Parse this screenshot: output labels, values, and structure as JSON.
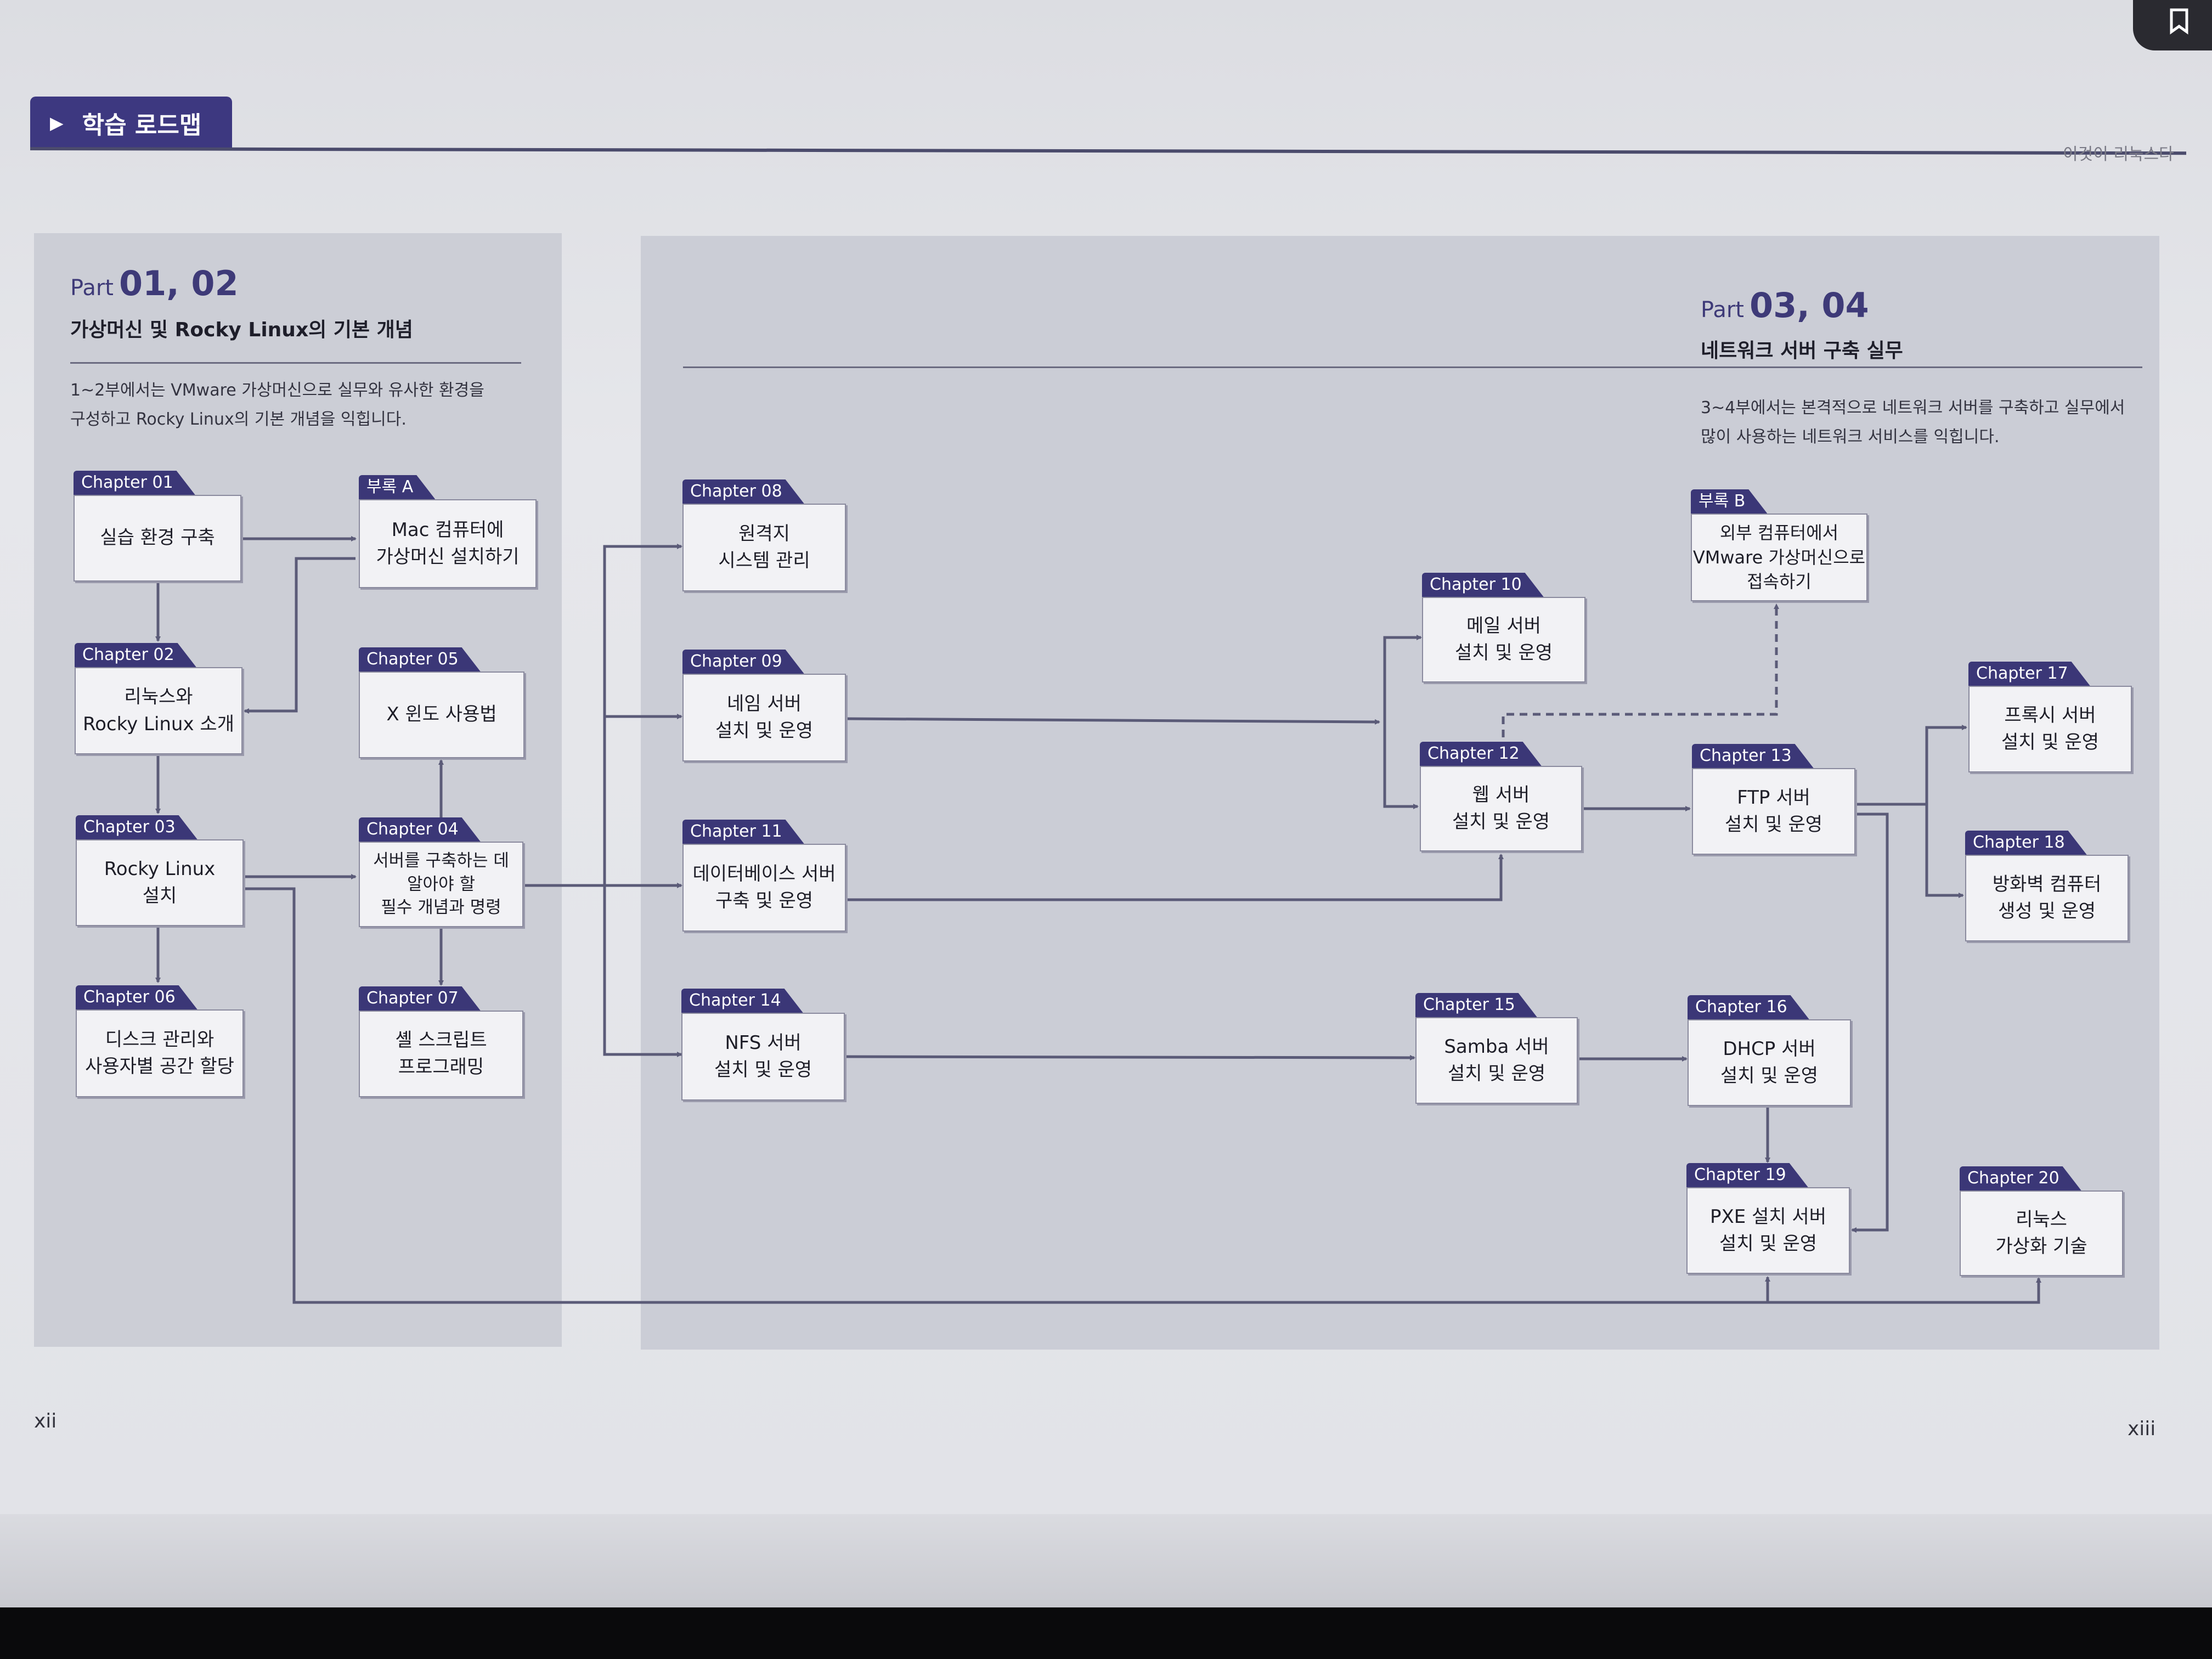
{
  "header": {
    "tab_label": "학습 로드맵",
    "running_head": "이것이 리눅스다"
  },
  "left": {
    "part_word": "Part",
    "part_numbers": "01, 02",
    "subtitle": "가상머신 및 Rocky Linux의 기본 개념",
    "desc_line1": "1~2부에서는 VMware 가상머신으로 실무와 유사한 환경을",
    "desc_line2": "구성하고 Rocky Linux의 기본 개념을 익힙니다."
  },
  "right": {
    "part_word": "Part",
    "part_numbers": "03, 04",
    "subtitle": "네트워크 서버 구축 실무",
    "desc_line1": "3~4부에서는 본격적으로 네트워크 서버를 구축하고 실무에서",
    "desc_line2": "많이 사용하는 네트워크 서비스를 익힙니다."
  },
  "nodes": {
    "ch01": {
      "tab": "Chapter 01",
      "text": "실습 환경 구축"
    },
    "appA": {
      "tab": "부록 A",
      "text": "Mac 컴퓨터에\n가상머신 설치하기"
    },
    "ch02": {
      "tab": "Chapter 02",
      "text": "리눅스와\nRocky Linux 소개"
    },
    "ch05": {
      "tab": "Chapter 05",
      "text": "X 윈도 사용법"
    },
    "ch03": {
      "tab": "Chapter 03",
      "text": "Rocky Linux\n설치"
    },
    "ch04": {
      "tab": "Chapter 04",
      "text": "서버를 구축하는 데\n알아야 할\n필수 개념과 명령"
    },
    "ch06": {
      "tab": "Chapter 06",
      "text": "디스크 관리와\n사용자별 공간 할당"
    },
    "ch07": {
      "tab": "Chapter 07",
      "text": "셸 스크립트\n프로그래밍"
    },
    "ch08": {
      "tab": "Chapter 08",
      "text": "원격지\n시스템 관리"
    },
    "ch09": {
      "tab": "Chapter 09",
      "text": "네임 서버\n설치 및 운영"
    },
    "ch11": {
      "tab": "Chapter 11",
      "text": "데이터베이스 서버\n구축 및 운영"
    },
    "ch14": {
      "tab": "Chapter 14",
      "text": "NFS 서버\n설치 및 운영"
    },
    "appB": {
      "tab": "부록 B",
      "text": "외부 컴퓨터에서\nVMware 가상머신으로\n접속하기"
    },
    "ch10": {
      "tab": "Chapter 10",
      "text": "메일 서버\n설치 및 운영"
    },
    "ch12": {
      "tab": "Chapter 12",
      "text": "웹 서버\n설치 및 운영"
    },
    "ch13": {
      "tab": "Chapter 13",
      "text": "FTP 서버\n설치 및 운영"
    },
    "ch17": {
      "tab": "Chapter 17",
      "text": "프록시 서버\n설치 및 운영"
    },
    "ch18": {
      "tab": "Chapter 18",
      "text": "방화벽 컴퓨터\n생성 및 운영"
    },
    "ch15": {
      "tab": "Chapter 15",
      "text": "Samba 서버\n설치 및 운영"
    },
    "ch16": {
      "tab": "Chapter 16",
      "text": "DHCP 서버\n설치 및 운영"
    },
    "ch19": {
      "tab": "Chapter 19",
      "text": "PXE 설치 서버\n설치 및 운영"
    },
    "ch20": {
      "tab": "Chapter 20",
      "text": "리눅스\n가상화 기술"
    }
  },
  "folio": {
    "left": "xii",
    "right": "xiii"
  },
  "colors": {
    "accent": "#3d3880",
    "connector": "#5b5b78",
    "panel": "#ccced6"
  },
  "icons": {
    "bookmark": "bookmark-icon",
    "header": "triangle-right-icon"
  }
}
